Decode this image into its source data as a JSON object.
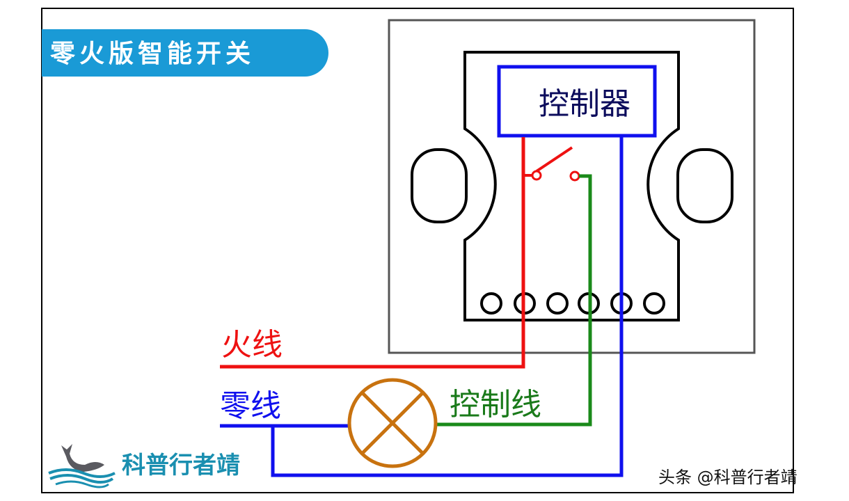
{
  "title": "零火版智能开关",
  "controller_label": "控制器",
  "labels": {
    "live_wire": "火线",
    "neutral_wire": "零线",
    "control_wire": "控制线"
  },
  "brand": {
    "name": "科普行者靖",
    "watermark": "头条 @科普行者靖"
  },
  "colors": {
    "title_bg": "#1a9ad6",
    "live": "#ee1111",
    "neutral": "#1010ee",
    "control": "#1a8a1a",
    "lamp": "#c8720f",
    "brand": "#1a8fb0"
  },
  "terminal_count": 6
}
